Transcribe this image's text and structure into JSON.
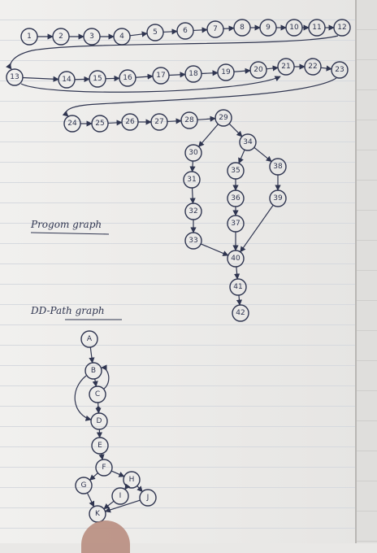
{
  "captions": {
    "program_graph": "Progom graph",
    "dd_path_graph": "DD-Path graph"
  },
  "program_graph": {
    "nodes": [
      "1",
      "2",
      "3",
      "4",
      "5",
      "6",
      "7",
      "8",
      "9",
      "10",
      "11",
      "12",
      "13",
      "14",
      "15",
      "16",
      "17",
      "18",
      "19",
      "20",
      "21",
      "22",
      "23",
      "24",
      "25",
      "26",
      "27",
      "28",
      "29",
      "30",
      "31",
      "32",
      "33",
      "34",
      "35",
      "36",
      "37",
      "38",
      "39",
      "40",
      "41",
      "42"
    ],
    "edges": [
      [
        "1",
        "2"
      ],
      [
        "2",
        "3"
      ],
      [
        "3",
        "4"
      ],
      [
        "4",
        "5"
      ],
      [
        "5",
        "6"
      ],
      [
        "6",
        "7"
      ],
      [
        "7",
        "8"
      ],
      [
        "8",
        "9"
      ],
      [
        "9",
        "10"
      ],
      [
        "10",
        "11"
      ],
      [
        "11",
        "12"
      ],
      [
        "12",
        "13"
      ],
      [
        "13",
        "14"
      ],
      [
        "14",
        "15"
      ],
      [
        "15",
        "16"
      ],
      [
        "16",
        "17"
      ],
      [
        "17",
        "18"
      ],
      [
        "18",
        "19"
      ],
      [
        "19",
        "20"
      ],
      [
        "20",
        "21"
      ],
      [
        "21",
        "22"
      ],
      [
        "22",
        "23"
      ],
      [
        "13",
        "21"
      ],
      [
        "23",
        "24"
      ],
      [
        "24",
        "25"
      ],
      [
        "25",
        "26"
      ],
      [
        "26",
        "27"
      ],
      [
        "27",
        "28"
      ],
      [
        "28",
        "29"
      ],
      [
        "29",
        "30"
      ],
      [
        "29",
        "34"
      ],
      [
        "30",
        "31"
      ],
      [
        "31",
        "32"
      ],
      [
        "32",
        "33"
      ],
      [
        "33",
        "40"
      ],
      [
        "34",
        "35"
      ],
      [
        "34",
        "38"
      ],
      [
        "35",
        "36"
      ],
      [
        "36",
        "37"
      ],
      [
        "37",
        "40"
      ],
      [
        "38",
        "39"
      ],
      [
        "39",
        "40"
      ],
      [
        "40",
        "41"
      ],
      [
        "41",
        "42"
      ]
    ]
  },
  "dd_path_graph": {
    "nodes": [
      "A",
      "B",
      "C",
      "D",
      "E",
      "F",
      "G",
      "H",
      "I",
      "J",
      "K"
    ],
    "edges": [
      [
        "A",
        "B"
      ],
      [
        "B",
        "C"
      ],
      [
        "C",
        "B"
      ],
      [
        "C",
        "D"
      ],
      [
        "B",
        "D"
      ],
      [
        "D",
        "E"
      ],
      [
        "E",
        "F"
      ],
      [
        "F",
        "G"
      ],
      [
        "F",
        "H"
      ],
      [
        "H",
        "I"
      ],
      [
        "H",
        "J"
      ],
      [
        "G",
        "K"
      ],
      [
        "I",
        "K"
      ],
      [
        "J",
        "K"
      ]
    ]
  }
}
